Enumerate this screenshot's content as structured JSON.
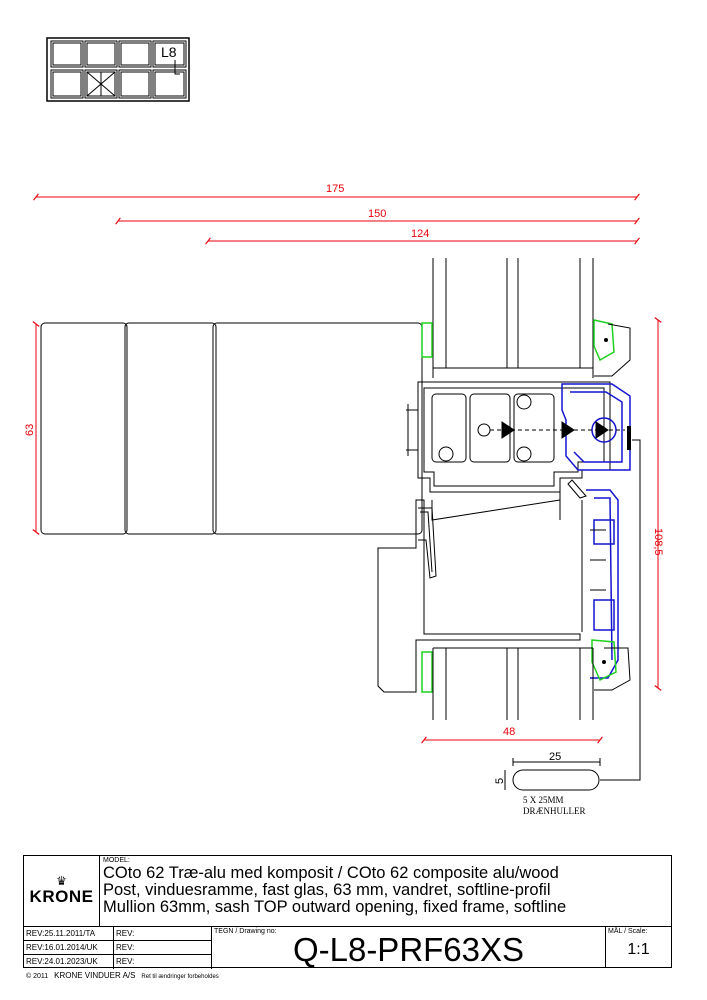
{
  "key_plan": {
    "label": "L8"
  },
  "dimensions": {
    "width_overall": "175",
    "width_frame": "150",
    "width_inner": "124",
    "height_glass": "63",
    "height_profile": "108,5",
    "width_lower": "48",
    "slot_length": "25",
    "slot_width": "5"
  },
  "drain_note": {
    "line1": "5 X 25MM",
    "line2": "DRÆNHULLER"
  },
  "title_block": {
    "logo": "KRONE",
    "model_label": "MODEL:",
    "model_lines": [
      "COto 62 Træ-alu med komposit / COto 62 composite alu/wood",
      "Post, vinduesramme, fast glas, 63 mm, vandret, softline-profil",
      "Mullion 63mm, sash TOP outward opening, fixed frame, softline"
    ],
    "revisions": [
      "REV:25.11.2011/TA",
      "REV:16.01.2014/UK",
      "REV:24.01.2023/UK"
    ],
    "rev_blank": "REV:",
    "drawing_label": "TEGN / Drawing no:",
    "drawing_no": "Q-L8-PRF63XS",
    "scale_label": "MÅL / Scale:",
    "scale": "1:1"
  },
  "footer": {
    "copyright": "© 2011",
    "company": "KRONE VINDUER A/S",
    "disclaimer": "Ret til ændringer forbeholdes"
  },
  "colors": {
    "dimension": "#e8000b",
    "gasket_green": "#1fd11f",
    "seal_blue": "#1414d2",
    "line": "#000000"
  }
}
